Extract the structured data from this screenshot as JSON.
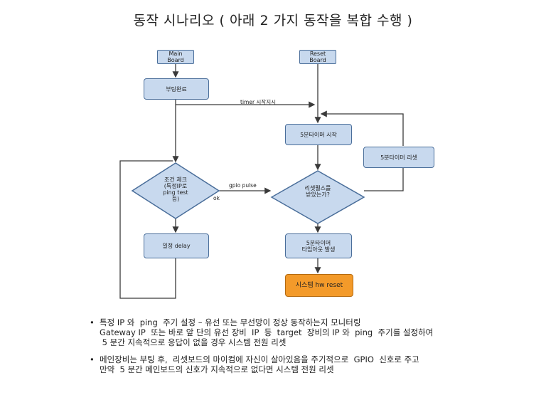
{
  "title": "동작 시나리오 ( 아래  2 가지 동작을 복합 수행 )",
  "flowchart": {
    "main_board": "Main\nBoard",
    "reset_board": "Reset\nBoard",
    "boot_complete": "부팅완료",
    "timer_start": "timer 시작지시",
    "timer5_start": "5분타이머 시작",
    "timer5_reset": "5분타이머 리셋",
    "condition_check": "조건 체크\n(특정IP로\nping test\n등)",
    "gpio_pulse": "gpio pulse",
    "ok": "ok",
    "reset_signal_q": "리셋펄스를\n받았는가?",
    "delay": "일정 delay",
    "timeout": "5분타이머\n타임아웃 발생",
    "system_reset": "시스템 hw reset"
  },
  "notes": [
    {
      "bullet": "•",
      "lines": [
        "특정 IP 와  ping  주기 설정 – 유선 또는 무선망이 정상 동작하는지 모니터링",
        "Gateway IP  또는 바로 앞 단의 유선 장비  IP  등  target  장비의 IP 와  ping  주기를 설정하여",
        " 5 분간 지속적으로 응답이 없을 경우 시스템 전원 리셋"
      ]
    },
    {
      "bullet": "•",
      "lines": [
        "메인장비는 부팅 후,  리셋보드의 마이컴에 자신이 살아있음을 주기적으로  GPIO  신호로 주고",
        "만약  5 분간 메인보드의 신호가 지속적으로 없다면 시스템 전원 리셋"
      ]
    }
  ],
  "colors": {
    "box_fill": "#c8d9ee",
    "box_stroke": "#4a6e9a",
    "reset_fill": "#f39a2a",
    "line": "#3a3a3a"
  }
}
